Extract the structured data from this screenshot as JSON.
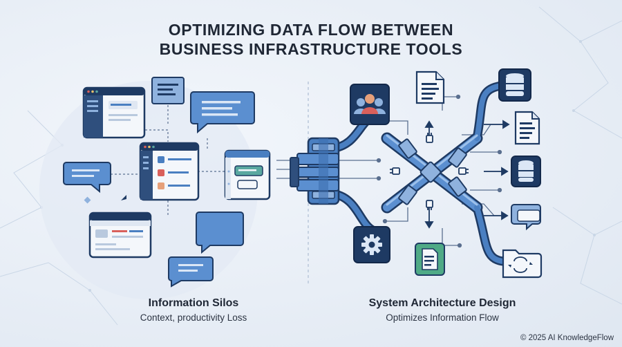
{
  "title": {
    "line1": "OPTIMIZING DATA FLOW BETWEEN",
    "line2": "BUSINESS INFRASTRUCTURE TOOLS"
  },
  "left": {
    "heading": "Information Silos",
    "subheading": "Context, productivity Loss"
  },
  "right": {
    "heading": "System Architecture Design",
    "subheading": "Optimizes Information Flow"
  },
  "footer": {
    "copyright": "© 2025 AI KnowledgeFlow"
  },
  "colors": {
    "navy": "#1e3a63",
    "blue": "#4a7fc1",
    "light_blue": "#8fb2de",
    "window_bg": "#f4f7fb",
    "red_accent": "#d9605b",
    "orange_accent": "#e6a07a",
    "teal_accent": "#5aa8a0",
    "green_accent": "#4faa86"
  },
  "icons": [
    "app-window-icon",
    "chat-bubble-icon",
    "team-icon",
    "document-icon",
    "database-icon",
    "gear-icon",
    "plug-icon",
    "sync-folder-icon"
  ]
}
